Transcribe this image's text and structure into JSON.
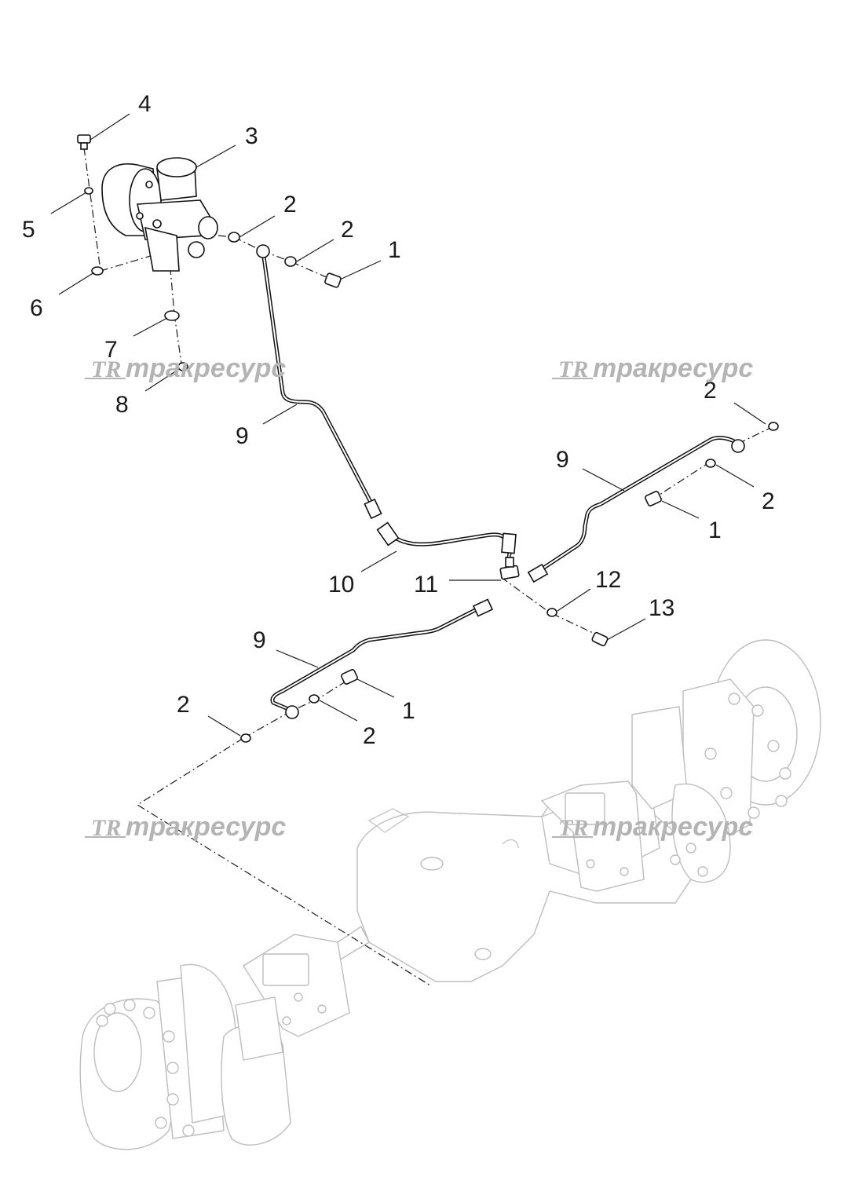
{
  "callouts": [
    {
      "id": "c4",
      "text": "4"
    },
    {
      "id": "c3",
      "text": "3"
    },
    {
      "id": "c2a",
      "text": "2"
    },
    {
      "id": "c2b",
      "text": "2"
    },
    {
      "id": "c1a",
      "text": "1"
    },
    {
      "id": "c5",
      "text": "5"
    },
    {
      "id": "c6",
      "text": "6"
    },
    {
      "id": "c7",
      "text": "7"
    },
    {
      "id": "c8",
      "text": "8"
    },
    {
      "id": "c9a",
      "text": "9"
    },
    {
      "id": "c2c",
      "text": "2"
    },
    {
      "id": "c9b",
      "text": "9"
    },
    {
      "id": "c2d",
      "text": "2"
    },
    {
      "id": "c1b",
      "text": "1"
    },
    {
      "id": "c10",
      "text": "10"
    },
    {
      "id": "c11",
      "text": "11"
    },
    {
      "id": "c12",
      "text": "12"
    },
    {
      "id": "c13",
      "text": "13"
    },
    {
      "id": "c9c",
      "text": "9"
    },
    {
      "id": "c2e",
      "text": "2"
    },
    {
      "id": "c1c",
      "text": "1"
    },
    {
      "id": "c2f",
      "text": "2"
    }
  ],
  "watermark": {
    "logo": "TR",
    "text": "тракресурс"
  }
}
